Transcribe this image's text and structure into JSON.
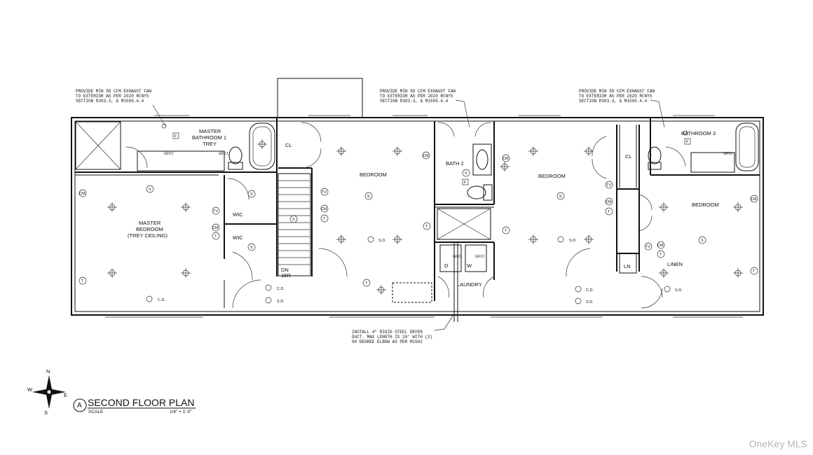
{
  "notes": {
    "exhaust_1": [
      "PROVIDE MIN 50 CFM EXHAUST FAN",
      "TO EXTERIOR AS PER 2020 RCNYS",
      "SECTION R303.3, & M1505.4.4"
    ],
    "exhaust_2": [
      "PROVIDE MIN 50 CFM EXHAUST FAN",
      "TO EXTERIOR AS PER 2020 RCNYS",
      "SECTION R303.3, & M1505.4.4"
    ],
    "exhaust_3": [
      "PROVIDE MIN 50 CFM EXHAUST FAN",
      "TO EXTERIOR AS PER 2020 RCNYS",
      "SECTION R303.3, & M1505.4.4"
    ],
    "dryer": [
      "INSTALL 4\" RIGID STEEL DRYER",
      "DUCT. MAX LENGTH IS 20' WITH (3)",
      "90 DEGREE ELBOW AS PER M1502"
    ]
  },
  "rooms": {
    "master_bath": [
      "MASTER",
      "BATHROOM 1",
      "TREY"
    ],
    "master_bedroom": [
      "MASTER",
      "BEDROOM",
      "(TREY CEILING)"
    ],
    "wic_1": "WIC",
    "wic_2": "WIC",
    "closet_1": "CL",
    "bedroom_1": "BEDROOM",
    "bath_2": "BATH 2",
    "bedroom_2": "BEDROOM",
    "closet_2": "CL",
    "bathroom_3": "BATHROOM 3",
    "bedroom_3": "BEDROOM",
    "linen_closet": "LN",
    "linen": "LINEN",
    "laundry": "LAUNDRY",
    "stair": [
      "DN",
      "15R"
    ],
    "dryer_tag": "D",
    "washer_tag": "W"
  },
  "fixture_labels": {
    "gfci": "GFCI",
    "smoke": "S",
    "fan": "F",
    "tv": "TV",
    "cm": "CM",
    "thermostat": "T",
    "cd": "C.D.",
    "sd": "S.D."
  },
  "title_block": {
    "marker": "A",
    "title": "SECOND FLOOR PLAN",
    "scale_label": "SCALE",
    "scale_value": "1/4\" = 1'-0\""
  },
  "compass": {
    "n": "N",
    "s": "S",
    "e": "E",
    "w": "W"
  },
  "watermark": "OneKey MLS"
}
